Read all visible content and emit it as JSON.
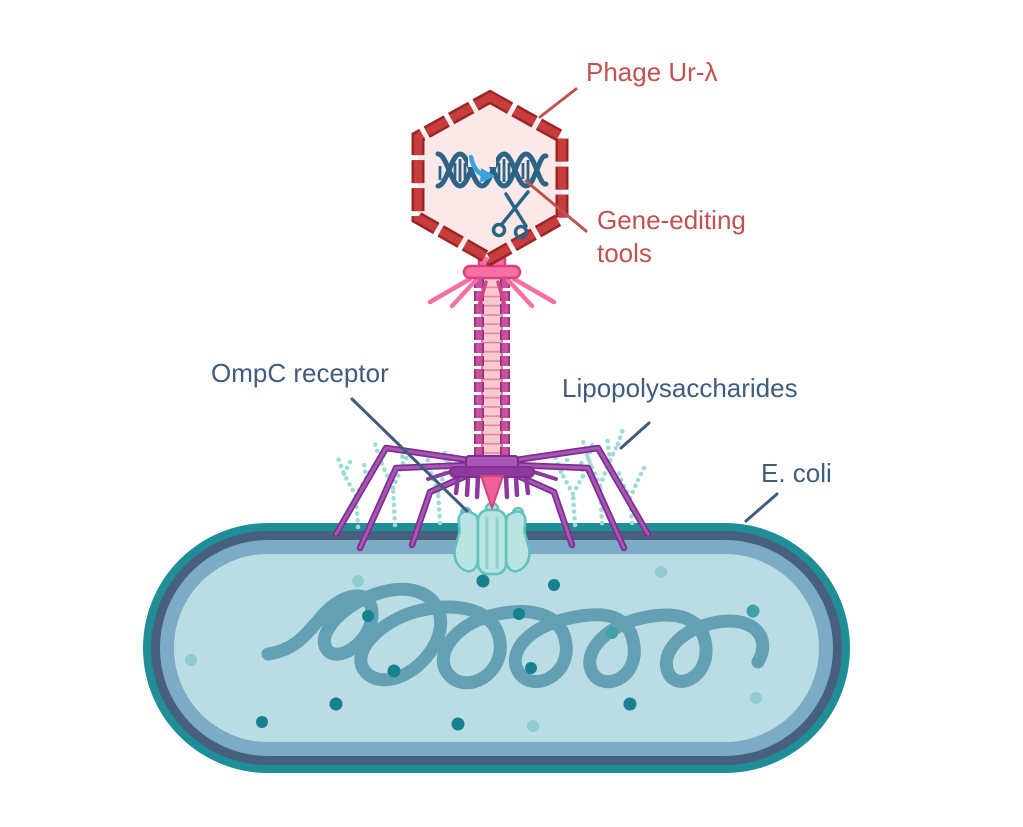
{
  "labels": {
    "phage": {
      "text": "Phage Ur-λ"
    },
    "gene_editing": {
      "line1": "Gene-editing",
      "line2": "tools"
    },
    "ompc": {
      "text": "OmpC receptor"
    },
    "lps": {
      "text": "Lipopolysaccharides"
    },
    "ecoli": {
      "text": "E. coli"
    }
  },
  "icons": {
    "capsid": "phage-capsid-hexagon-icon",
    "dna": "dna-helix-icon",
    "scissors": "scissors-icon",
    "arrow": "gene-insertion-arrow-icon",
    "receptor": "ompc-porin-icon",
    "lps": "lipopolysaccharide-branch-icon",
    "nucleoid": "bacterial-dna-tangle-icon"
  },
  "colors": {
    "label-red": "#c05352",
    "label-slate": "#3f5b7d",
    "capsid-red": "#c93c3c",
    "capsid-dark-red": "#992629",
    "capsid-fill": "#fbe9e9",
    "phage-pink": "#f76fa5",
    "phage-pink-dark": "#d4437e",
    "tail-inner": "#f7c9d1",
    "tail-edge": "#d4628a",
    "tail-rung": "#e28ba0",
    "rail-magenta": "#cb4fa0",
    "rail-dark": "#93307c",
    "fiber-purple": "#8d3a9c",
    "fiber-dark": "#7c2f8e",
    "fiber-light": "#a855b5",
    "spike-pink": "#ee5f98",
    "dna-blue": "#2d6486",
    "arrow-blue": "#3ba3dd",
    "membrane-teal": "#1f8e96",
    "membrane-slate": "#46607e",
    "membrane-blue": "#7cabc6",
    "cytoplasm": "#b9dde3",
    "nucleoid": "#64a0b4",
    "receptor-fill": "#b9e4e1",
    "receptor-stroke": "#5fc2be",
    "receptor-channel": "#8ed2cd",
    "lps-teal": "#9fdcd8",
    "dot-dark": "#17818d",
    "dot-medium": "#3fa0a8",
    "dot-light": "#8fcbd1"
  }
}
